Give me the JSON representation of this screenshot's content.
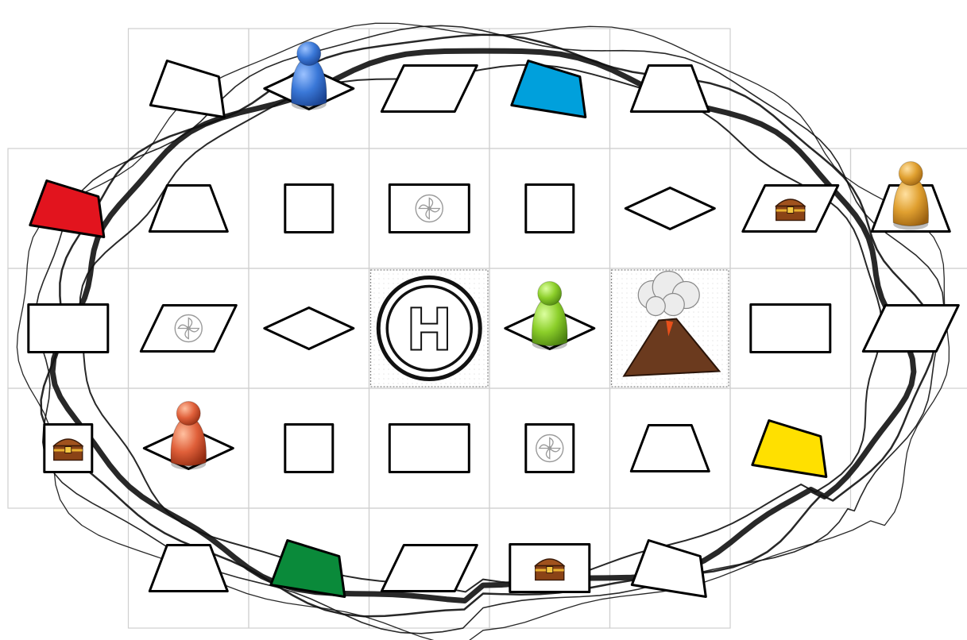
{
  "board": {
    "helipad_letter": "H",
    "rows": [
      [
        null,
        {
          "shape": "irregular",
          "color": "#ffffff"
        },
        {
          "shape": "diamond",
          "color": "#ffffff",
          "pawn": "blue"
        },
        {
          "shape": "parallelogram",
          "color": "#ffffff"
        },
        {
          "shape": "irregular",
          "color": "#00a0dc"
        },
        {
          "shape": "trapezoid",
          "color": "#ffffff"
        },
        null,
        null
      ],
      [
        {
          "shape": "irregular",
          "color": "#e2141e"
        },
        {
          "shape": "trapezoid",
          "color": "#ffffff"
        },
        {
          "shape": "square",
          "color": "#ffffff"
        },
        {
          "shape": "rectangle",
          "color": "#ffffff",
          "icon": "fan"
        },
        {
          "shape": "square",
          "color": "#ffffff"
        },
        {
          "shape": "diamond",
          "color": "#ffffff"
        },
        {
          "shape": "parallelogram",
          "color": "#ffffff",
          "icon": "treasure"
        },
        {
          "shape": "trapezoid",
          "color": "#ffffff",
          "pawn": "orange"
        }
      ],
      [
        {
          "shape": "rectangle",
          "color": "#ffffff"
        },
        {
          "shape": "parallelogram",
          "color": "#ffffff",
          "icon": "fan"
        },
        {
          "shape": "diamond",
          "color": "#ffffff"
        },
        {
          "shape": "helipad",
          "color": "#ffffff"
        },
        {
          "shape": "diamond",
          "color": "#ffffff",
          "pawn": "green"
        },
        {
          "shape": "volcano",
          "color": "#ffffff"
        },
        {
          "shape": "rectangle",
          "color": "#ffffff"
        },
        {
          "shape": "parallelogram",
          "color": "#ffffff"
        }
      ],
      [
        {
          "shape": "square",
          "color": "#ffffff",
          "icon": "treasure"
        },
        {
          "shape": "diamond",
          "color": "#ffffff",
          "pawn": "red"
        },
        {
          "shape": "square",
          "color": "#ffffff"
        },
        {
          "shape": "rectangle",
          "color": "#ffffff"
        },
        {
          "shape": "square",
          "color": "#ffffff",
          "icon": "fan"
        },
        {
          "shape": "trapezoid",
          "color": "#ffffff"
        },
        {
          "shape": "irregular",
          "color": "#ffe000"
        },
        null
      ],
      [
        null,
        {
          "shape": "trapezoid",
          "color": "#ffffff"
        },
        {
          "shape": "irregular",
          "color": "#0a8a3a"
        },
        {
          "shape": "parallelogram",
          "color": "#ffffff"
        },
        {
          "shape": "rectangle",
          "color": "#ffffff",
          "icon": "treasure"
        },
        {
          "shape": "irregular",
          "color": "#ffffff"
        },
        null,
        null
      ]
    ]
  },
  "pawn_colors": {
    "blue": "#3a78d8",
    "orange": "#e0a030",
    "green": "#8ccf2a",
    "red": "#e0603a"
  },
  "colors": {
    "grid_line": "#cfcfcf",
    "tile_stroke": "#000000",
    "shore": "#111111",
    "special_border": "#888888"
  }
}
